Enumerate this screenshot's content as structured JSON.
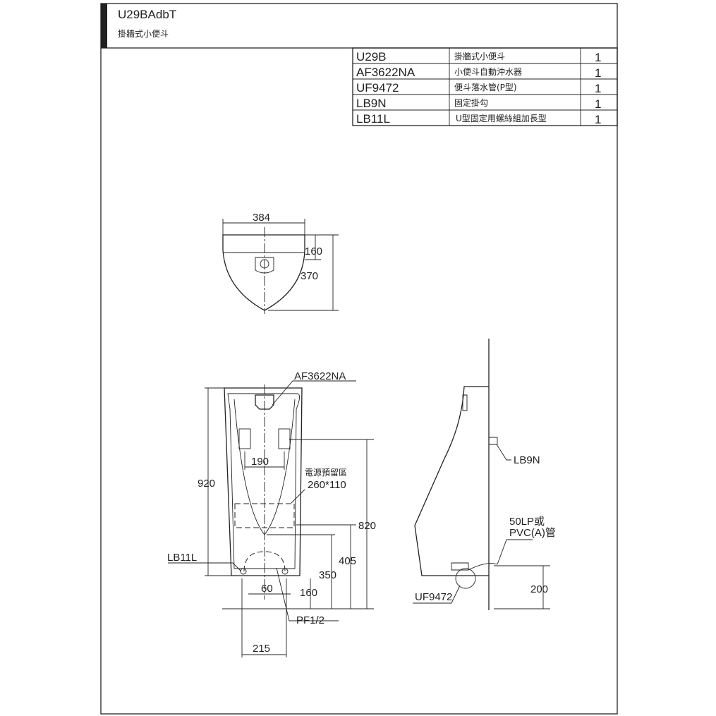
{
  "header": {
    "model": "U29BAdbT",
    "name": "掛牆式小便斗"
  },
  "parts": [
    {
      "code": "U29B",
      "desc": "掛牆式小便斗",
      "qty": "1"
    },
    {
      "code": "AF3622NA",
      "desc": "小便斗自動沖水器",
      "qty": "1"
    },
    {
      "code": "UF9472",
      "desc": "便斗落水管(P型)",
      "qty": "1"
    },
    {
      "code": "LB9N",
      "desc": "固定掛勾",
      "qty": "1"
    },
    {
      "code": "LB11L",
      "desc": "U型固定用螺絲組加長型",
      "qty": "1"
    }
  ],
  "top_view": {
    "width": "384",
    "depth_a": "160",
    "depth_b": "370"
  },
  "front_view": {
    "flusher": "AF3622NA",
    "hook_spacing": "190",
    "height": "920",
    "power_area_label": "電源預留區",
    "power_area_size": "260*110",
    "dim_820": "820",
    "dim_405": "405",
    "dim_350": "350",
    "dim_160": "160",
    "dim_60": "60",
    "screw": "LB11L",
    "pipe_thread": "PF1/2",
    "dim_215": "215"
  },
  "side_view": {
    "hook": "LB9N",
    "pipe_label_1": "50LP或",
    "pipe_label_2": "PVC(A)管",
    "trap": "UF9472",
    "dim_200": "200"
  }
}
